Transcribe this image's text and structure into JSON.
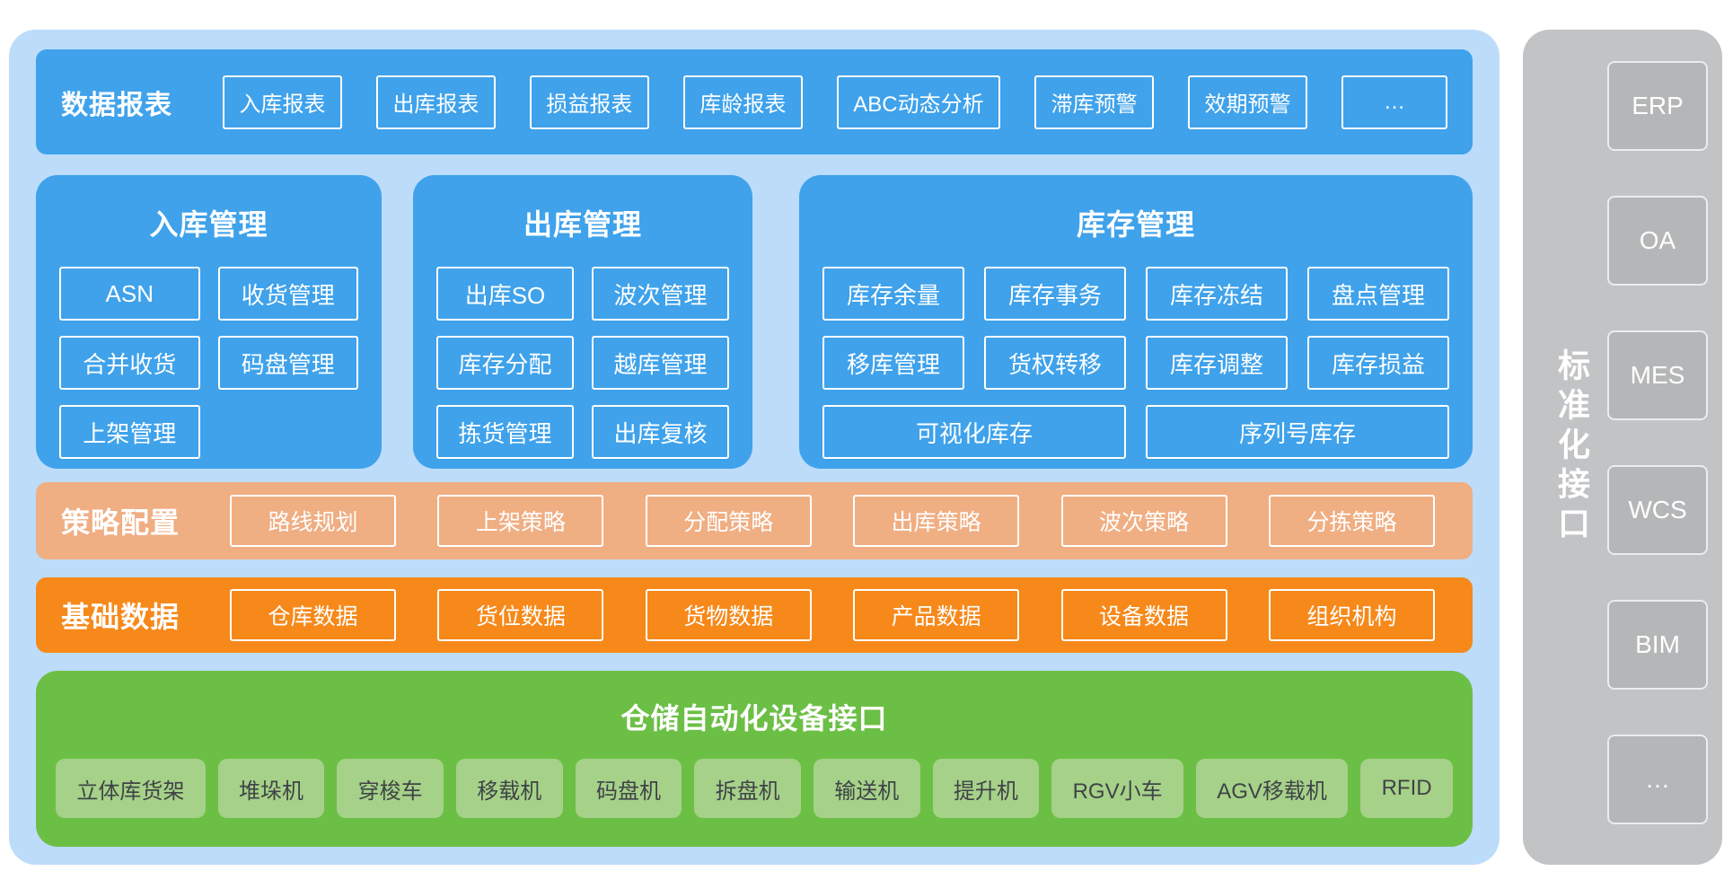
{
  "reports_bar": {
    "label": "数据报表",
    "items": [
      "入库报表",
      "出库报表",
      "损益报表",
      "库龄报表",
      "ABC动态分析",
      "滞库预警",
      "效期预警",
      "…"
    ]
  },
  "panels": {
    "inbound": {
      "title": "入库管理",
      "items": [
        "ASN",
        "收货管理",
        "合并收货",
        "码盘管理",
        "上架管理"
      ]
    },
    "outbound": {
      "title": "出库管理",
      "items": [
        "出库SO",
        "波次管理",
        "库存分配",
        "越库管理",
        "拣货管理",
        "出库复核"
      ]
    },
    "inventory": {
      "title": "库存管理",
      "items": [
        "库存余量",
        "库存事务",
        "库存冻结",
        "盘点管理",
        "移库管理",
        "货权转移",
        "库存调整",
        "库存损益"
      ],
      "wide_items": [
        "可视化库存",
        "序列号库存"
      ]
    }
  },
  "strategy_bar": {
    "label": "策略配置",
    "items": [
      "路线规划",
      "上架策略",
      "分配策略",
      "出库策略",
      "波次策略",
      "分拣策略"
    ]
  },
  "basedata_bar": {
    "label": "基础数据",
    "items": [
      "仓库数据",
      "货位数据",
      "货物数据",
      "产品数据",
      "设备数据",
      "组织机构"
    ]
  },
  "automation": {
    "title": "仓储自动化设备接口",
    "items": [
      "立体库货架",
      "堆垛机",
      "穿梭车",
      "移载机",
      "码盘机",
      "拆盘机",
      "输送机",
      "提升机",
      "RGV小车",
      "AGV移载机",
      "RFID"
    ]
  },
  "sidebar": {
    "label": "标准化接口",
    "items": [
      "ERP",
      "OA",
      "MES",
      "WCS",
      "BIM",
      "…"
    ]
  },
  "colors": {
    "container_light_blue": "#BCDCFA",
    "primary_blue": "#3FA2EB",
    "strategy_salmon": "#F0AE83",
    "basedata_orange": "#F6891A",
    "automation_green": "#6CBF45",
    "automation_item_green": "#A6D189",
    "sidebar_gray": "#C2C3C4",
    "sidebar_box_gray": "#B5B6B7",
    "box_border_white": "#FFFFFF",
    "green_item_text": "#3F4446"
  }
}
